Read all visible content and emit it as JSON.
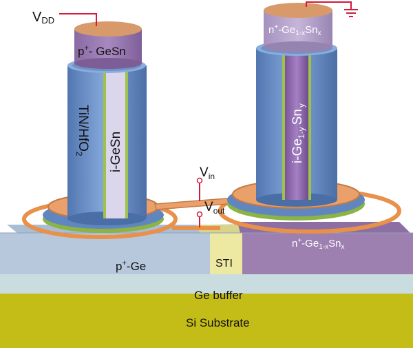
{
  "labels": {
    "vdd": "V",
    "vdd_sub": "DD",
    "vin": "V",
    "vin_sub": "in",
    "vout": "V",
    "vout_sub": "out",
    "left_cap_pre": "p",
    "left_cap_sup": "+",
    "left_cap_post": "- GeSn",
    "right_cap_pre": "n",
    "right_cap_sup": "+",
    "right_cap_mid": "-Ge",
    "right_cap_sub1": "1-x",
    "right_cap_sn": "Sn",
    "right_cap_sub2": "x",
    "left_gate_pre": "TiN/HfO",
    "left_gate_sub": "2",
    "left_channel": "i-GeSn",
    "right_channel_pre": "i-Ge",
    "right_channel_sub": "1-y",
    "right_channel_sn": "Sn",
    "right_channel_y": "y",
    "p_ge_pre": "p",
    "p_ge_sup": "+",
    "p_ge_post": "-Ge",
    "sti": "STI",
    "n_region_pre": "n",
    "n_region_sup": "+",
    "n_region_mid": "-Ge",
    "n_region_sub1": "1-x",
    "n_region_sn": "Sn",
    "n_region_sub2": "x",
    "ge_buffer": "Ge buffer",
    "si_substrate": "Si Substrate"
  },
  "colors": {
    "p_ge_layer": "#b7c8dc",
    "n_layer": "#9d7fb0",
    "sti": "#ede9a3",
    "ge_buffer": "#c9dde0",
    "si_substrate": "#c5bd17",
    "gate_blue": "#6c92c8",
    "channel_left": "#dcd6ec",
    "channel_right": "#8a64a8",
    "cap_copper": "#cf9564",
    "cap_purple": "#9476ac",
    "contact_orange": "#e9904a",
    "wire_red": "#d21a3a"
  }
}
